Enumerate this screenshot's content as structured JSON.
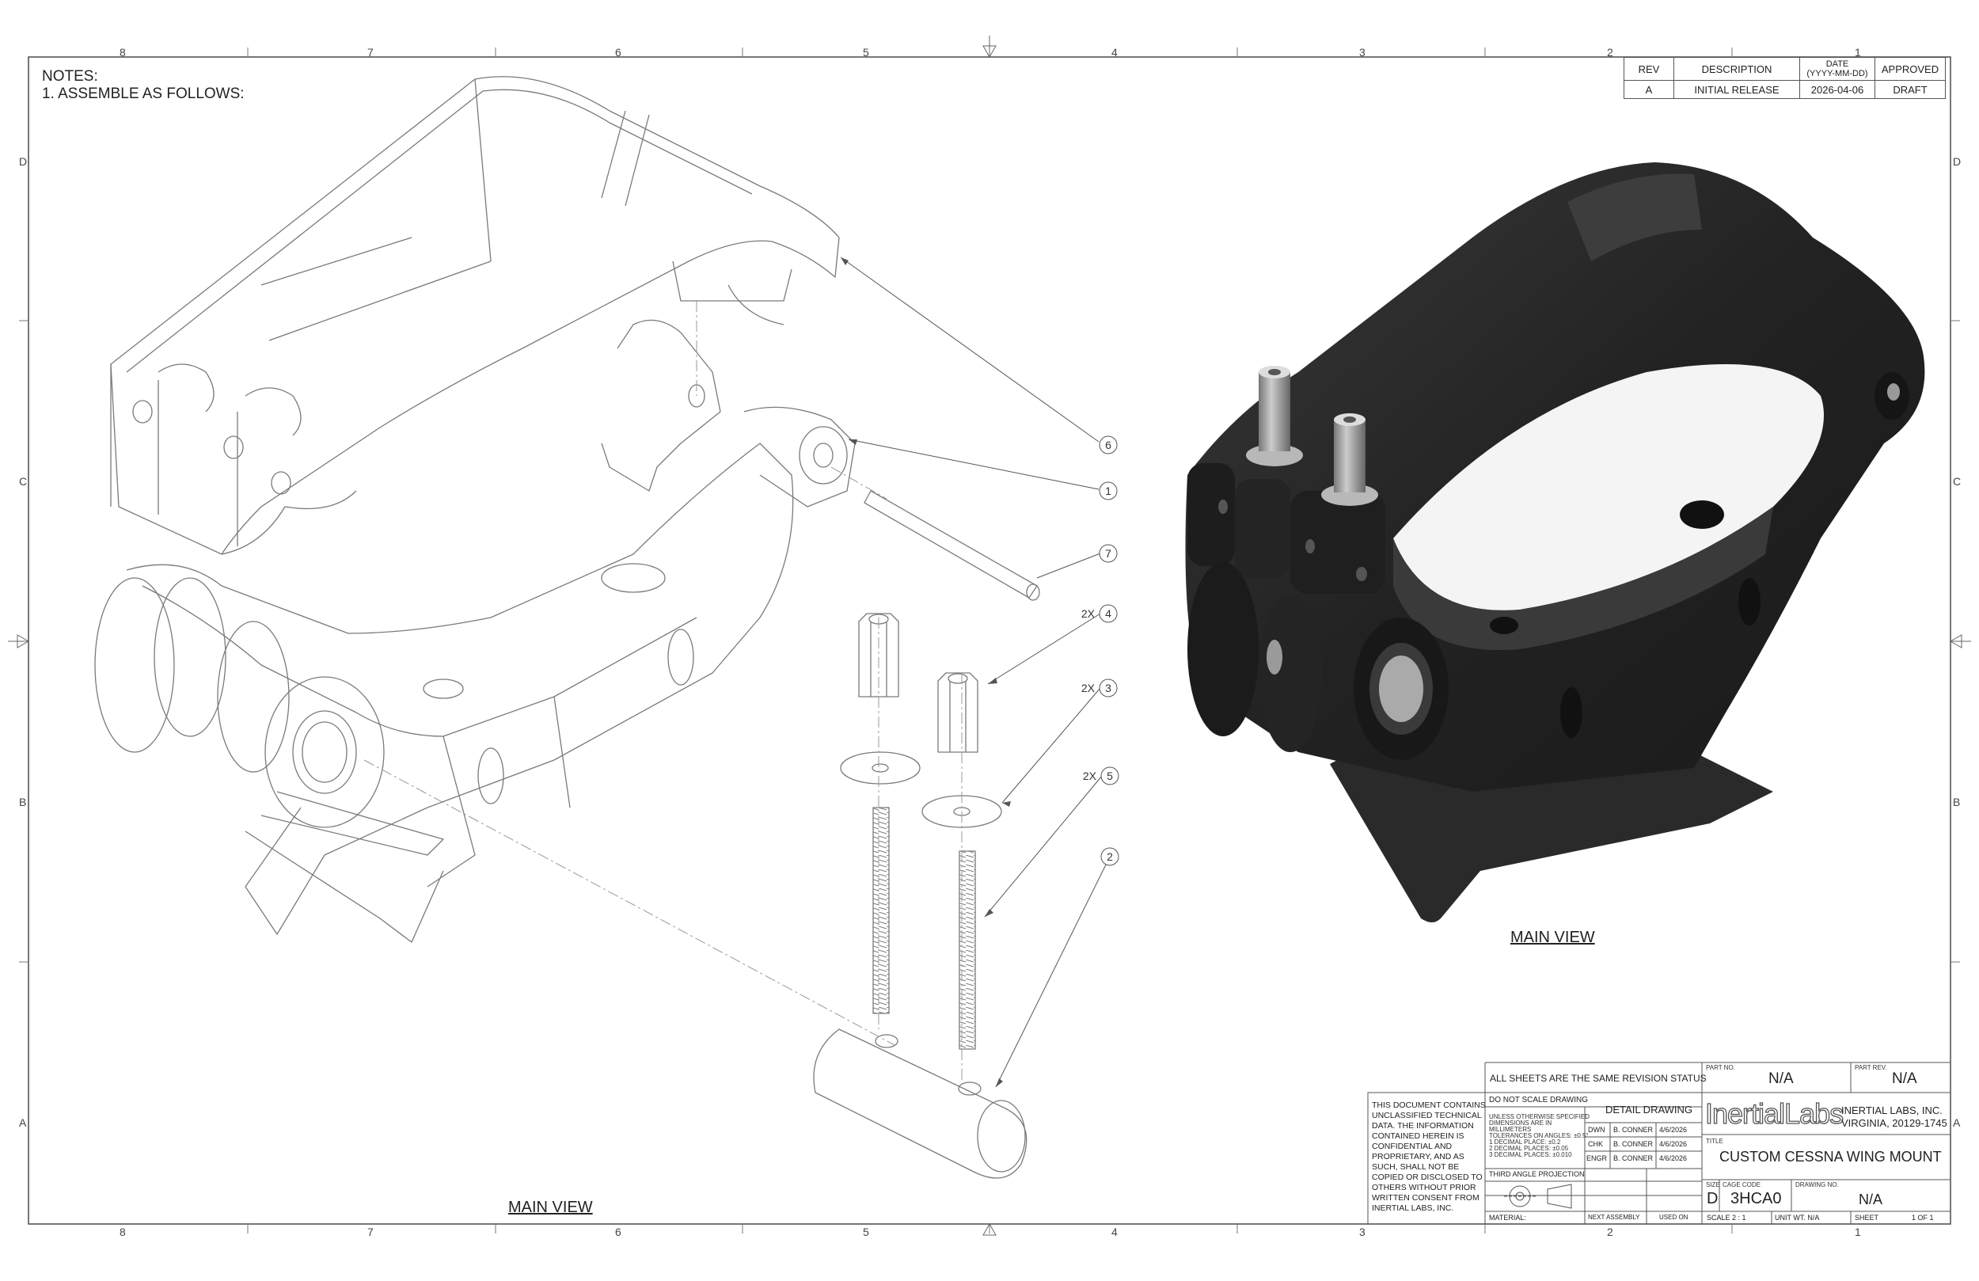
{
  "zones": {
    "columns": [
      "8",
      "7",
      "6",
      "5",
      "4",
      "3",
      "2",
      "1"
    ],
    "rows": [
      "D",
      "C",
      "B",
      "A"
    ]
  },
  "notes": {
    "heading": "NOTES:",
    "line1": "1. ASSEMBLE AS FOLLOWS:"
  },
  "views": {
    "left_label": "MAIN VIEW",
    "right_label": "MAIN VIEW"
  },
  "balloons": [
    {
      "num": "6",
      "qty": ""
    },
    {
      "num": "1",
      "qty": ""
    },
    {
      "num": "7",
      "qty": ""
    },
    {
      "num": "4",
      "qty": "2X"
    },
    {
      "num": "3",
      "qty": "2X"
    },
    {
      "num": "5",
      "qty": "2X"
    },
    {
      "num": "2",
      "qty": ""
    }
  ],
  "revision_table": {
    "headers": {
      "rev": "REV",
      "description": "DESCRIPTION",
      "date1": "DATE",
      "date2": "(YYYY-MM-DD)",
      "approved": "APPROVED"
    },
    "row": {
      "rev": "A",
      "description": "INITIAL RELEASE",
      "date": "2026-04-06",
      "approved": "DRAFT"
    }
  },
  "title_block": {
    "same_rev": "ALL SHEETS ARE THE SAME REVISION STATUS",
    "part_no_label": "PART NO.",
    "part_no": "N/A",
    "part_rev_label": "PART REV.",
    "part_rev": "N/A",
    "do_not_scale": "DO NOT SCALE DRAWING",
    "detail_drawing": "DETAIL DRAWING",
    "tol1": "UNLESS OTHERWISE SPECIFIED",
    "tol2": "DIMENSIONS ARE IN",
    "tol3": "MILLIMETERS",
    "tol4": "TOLERANCES ON ANGLES: ±0.5°",
    "tol5": "1 DECIMAL PLACE: ±0.2",
    "tol6": "2 DECIMAL PLACES: ±0.05",
    "tol7": "3 DECIMAL PLACES: ±0.010",
    "dwn_label": "DWN",
    "dwn_name": "B. CONNER",
    "dwn_date": "4/6/2026",
    "chk_label": "CHK",
    "chk_name": "B. CONNER",
    "chk_date": "4/6/2026",
    "engr_label": "ENGR",
    "engr_name": "B. CONNER",
    "engr_date": "4/6/2026",
    "third_angle": "THIRD ANGLE PROJECTION",
    "logo": "InertialLabs",
    "company1": "INERTIAL LABS, INC.",
    "company2": "VIRGINIA, 20129-1745",
    "title_label": "TITLE",
    "title": "CUSTOM CESSNA WING MOUNT",
    "size_label": "SIZE",
    "size": "D",
    "cage_label": "CAGE CODE",
    "cage": "3HCA0",
    "drawing_no_label": "DRAWING NO.",
    "drawing_no": "N/A",
    "material_label": "MATERIAL:",
    "next_assembly": "NEXT ASSEMBLY",
    "used_on": "USED ON",
    "scale": "SCALE 2 : 1",
    "unit_wt": "UNIT WT. N/A",
    "sheet_label": "SHEET",
    "sheet": "1  OF  1",
    "confidential": "THIS DOCUMENT CONTAINS UNCLASSIFIED TECHNICAL DATA. THE INFORMATION CONTAINED HEREIN IS CONFIDENTIAL AND PROPRIETARY, AND AS SUCH, SHALL NOT BE COPIED OR DISCLOSED TO OTHERS WITHOUT PRIOR WRITTEN CONSENT FROM INERTIAL LABS, INC."
  },
  "colors": {
    "line": "#555555",
    "fine": "#8a8a8a",
    "dark_part": "#262626",
    "hardware": "#9a9a9a"
  }
}
